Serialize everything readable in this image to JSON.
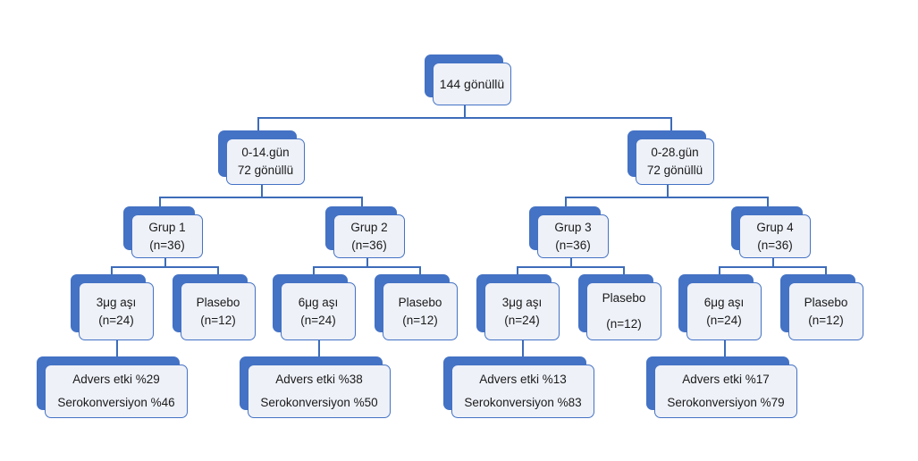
{
  "diagram": {
    "title_node": {
      "line1": "144 gönüllü",
      "line2": ""
    },
    "arms": [
      {
        "line1": "0-14.gün",
        "line2": "72 gönüllü"
      },
      {
        "line1": "0-28.gün",
        "line2": "72 gönüllü"
      }
    ],
    "groups": [
      {
        "line1": "Grup 1",
        "line2": "(n=36)"
      },
      {
        "line1": "Grup 2",
        "line2": "(n=36)"
      },
      {
        "line1": "Grup 3",
        "line2": "(n=36)"
      },
      {
        "line1": "Grup 4",
        "line2": "(n=36)"
      }
    ],
    "allocations": [
      {
        "line1": "3μg aşı",
        "line2": "(n=24)"
      },
      {
        "line1": "Plasebo",
        "line2": "(n=12)"
      },
      {
        "line1": "6μg aşı",
        "line2": "(n=24)"
      },
      {
        "line1": "Plasebo",
        "line2": "(n=12)"
      },
      {
        "line1": "3μg aşı",
        "line2": "(n=24)"
      },
      {
        "line1": "Plasebo",
        "line2": "(n=12)"
      },
      {
        "line1": "6μg aşı",
        "line2": "(n=24)"
      },
      {
        "line1": "Plasebo",
        "line2": "(n=12)"
      }
    ],
    "outcomes": [
      {
        "line1": "Advers etki %29",
        "line2": "Serokonversiyon %46"
      },
      {
        "line1": "Advers etki %38",
        "line2": "Serokonversiyon %50"
      },
      {
        "line1": "Advers etki %13",
        "line2": "Serokonversiyon %83"
      },
      {
        "line1": "Advers etki %17",
        "line2": "Serokonversiyon %79"
      }
    ],
    "colors": {
      "shadow": "#4472C4",
      "border": "#4472C4",
      "fill": "#EEF1F8",
      "line": "#3D6CB9",
      "text": "#1A1A1A"
    }
  }
}
